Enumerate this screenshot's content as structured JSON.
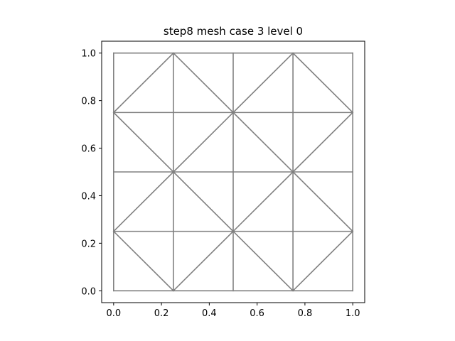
{
  "chart_data": {
    "type": "mesh",
    "title": "step8 mesh case 3 level 0",
    "xlabel": "",
    "ylabel": "",
    "xlim": [
      -0.05,
      1.05
    ],
    "ylim": [
      -0.05,
      1.05
    ],
    "xticks": [
      0.0,
      0.2,
      0.4,
      0.6,
      0.8,
      1.0
    ],
    "yticks": [
      0.0,
      0.2,
      0.4,
      0.6,
      0.8,
      1.0
    ],
    "xtick_labels": [
      "0.0",
      "0.2",
      "0.4",
      "0.6",
      "0.8",
      "1.0"
    ],
    "ytick_labels": [
      "0.0",
      "0.2",
      "0.4",
      "0.6",
      "0.8",
      "1.0"
    ],
    "grid": false,
    "line_color": "#808080",
    "segments": [
      [
        [
          0,
          0
        ],
        [
          1,
          0
        ]
      ],
      [
        [
          0,
          0.25
        ],
        [
          1,
          0.25
        ]
      ],
      [
        [
          0,
          0.5
        ],
        [
          1,
          0.5
        ]
      ],
      [
        [
          0,
          0.75
        ],
        [
          1,
          0.75
        ]
      ],
      [
        [
          0,
          1
        ],
        [
          1,
          1
        ]
      ],
      [
        [
          0,
          0
        ],
        [
          0,
          1
        ]
      ],
      [
        [
          0.25,
          0
        ],
        [
          0.25,
          1
        ]
      ],
      [
        [
          0.5,
          0
        ],
        [
          0.5,
          1
        ]
      ],
      [
        [
          0.75,
          0
        ],
        [
          0.75,
          1
        ]
      ],
      [
        [
          1,
          0
        ],
        [
          1,
          1
        ]
      ],
      [
        [
          0,
          0.75
        ],
        [
          0.25,
          1
        ]
      ],
      [
        [
          0.25,
          1
        ],
        [
          0.5,
          0.75
        ]
      ],
      [
        [
          0.5,
          0.75
        ],
        [
          0.75,
          1
        ]
      ],
      [
        [
          0.75,
          1
        ],
        [
          1,
          0.75
        ]
      ],
      [
        [
          0,
          0.75
        ],
        [
          0.25,
          0.5
        ]
      ],
      [
        [
          0.25,
          0.5
        ],
        [
          0.5,
          0.75
        ]
      ],
      [
        [
          0.5,
          0.75
        ],
        [
          0.75,
          0.5
        ]
      ],
      [
        [
          0.75,
          0.5
        ],
        [
          1,
          0.75
        ]
      ],
      [
        [
          0,
          0.25
        ],
        [
          0.25,
          0.5
        ]
      ],
      [
        [
          0.25,
          0.5
        ],
        [
          0.5,
          0.25
        ]
      ],
      [
        [
          0.5,
          0.25
        ],
        [
          0.75,
          0.5
        ]
      ],
      [
        [
          0.75,
          0.5
        ],
        [
          1,
          0.25
        ]
      ],
      [
        [
          0,
          0.25
        ],
        [
          0.25,
          0
        ]
      ],
      [
        [
          0.25,
          0
        ],
        [
          0.5,
          0.25
        ]
      ],
      [
        [
          0.5,
          0.25
        ],
        [
          0.75,
          0
        ]
      ],
      [
        [
          0.75,
          0
        ],
        [
          1,
          0.25
        ]
      ]
    ]
  }
}
